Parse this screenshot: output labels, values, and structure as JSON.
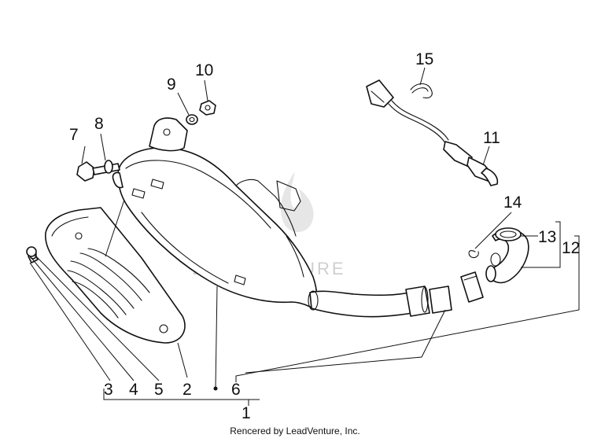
{
  "callouts": {
    "n1": "1",
    "n2": "2",
    "n3": "3",
    "n4": "4",
    "n5": "5",
    "n6": "6",
    "n7": "7",
    "n8": "8",
    "n9": "9",
    "n10": "10",
    "n11": "11",
    "n12": "12",
    "n13": "13",
    "n14": "14",
    "n15": "15"
  },
  "watermark": "LEADVENTURE",
  "credit": "Rencered by LeadVenture, Inc."
}
